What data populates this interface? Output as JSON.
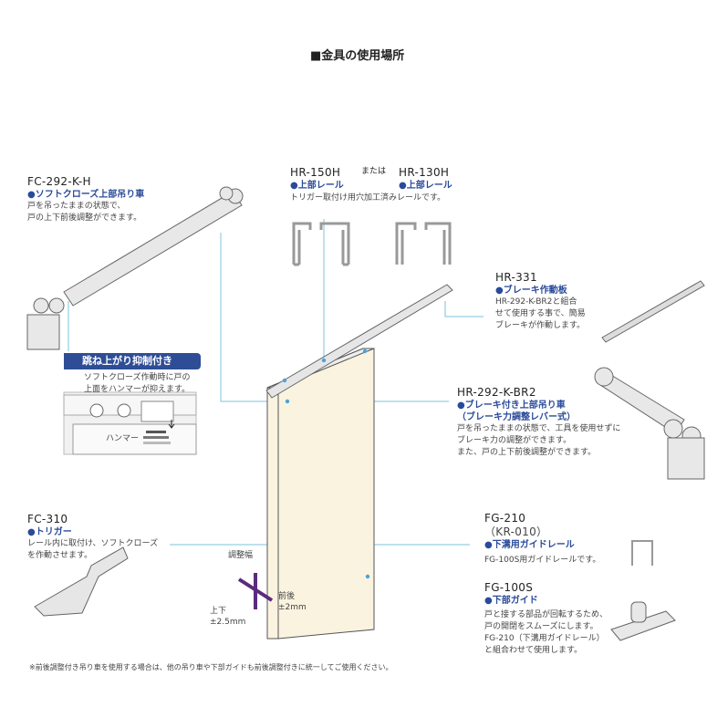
{
  "title": "■金具の使用場所",
  "parts": {
    "fc292": {
      "model": "FC-292-K-H",
      "name": "●ソフトクローズ上部吊り車",
      "desc": [
        "戸を吊ったままの状態で、",
        "戸の上下前後調整ができます。"
      ]
    },
    "hr150": {
      "model": "HR-150H",
      "name": "●上部レール"
    },
    "or": "または",
    "hr130": {
      "model": "HR-130H",
      "name": "●上部レール"
    },
    "rail_desc": "トリガー取付け用穴加工済みレールです。",
    "hr331": {
      "model": "HR-331",
      "name": "●ブレーキ作動板",
      "desc": [
        "HR-292-K-BR2と組合",
        "せて使用する事で、簡易",
        "ブレーキが作動します。"
      ]
    },
    "hr292": {
      "model": "HR-292-K-BR2",
      "name": [
        "●ブレーキ付き上部吊り車",
        "（ブレーキ力調整レバー式）"
      ],
      "desc": [
        "戸を吊ったままの状態で、工具を使用せずに",
        "ブレーキ力の調整ができます。",
        "また、戸の上下前後調整ができます。"
      ]
    },
    "fc310": {
      "model": "FC-310",
      "name": "●トリガー",
      "desc": [
        "レール内に取付け、ソフトクローズ",
        "を作動させます。"
      ]
    },
    "fg210": {
      "model": "FG-210",
      "alt": "（KR-010）",
      "name": "●下溝用ガイドレール",
      "desc": "FG-100S用ガイドレールです。"
    },
    "fg100": {
      "model": "FG-100S",
      "name": "●下部ガイド",
      "desc": [
        "戸と接する部品が回転するため、",
        "戸の開閉をスムーズにします。",
        "FG-210（下溝用ガイドレール）",
        "と組合わせて使用します。"
      ]
    }
  },
  "callout": {
    "badge": "跳ね上がり抑制付き",
    "desc": [
      "ソフトクローズ作動時に戸の",
      "上面をハンマーが抑えます。"
    ],
    "hammer": "ハンマー"
  },
  "adjust": {
    "label": "調整幅",
    "front_back": "前後",
    "front_back_val": "±2mm",
    "up_down": "上下",
    "up_down_val": "±2.5mm"
  },
  "footnote": "※前後調整付き吊り車を使用する場合は、他の吊り車や下部ガイドも前後調整付きに統一してご使用ください。",
  "colors": {
    "accent": "#2a4a9a",
    "door": "#faf3df",
    "leader": "#7cc3dc",
    "arrow": "#5b2a7e"
  }
}
